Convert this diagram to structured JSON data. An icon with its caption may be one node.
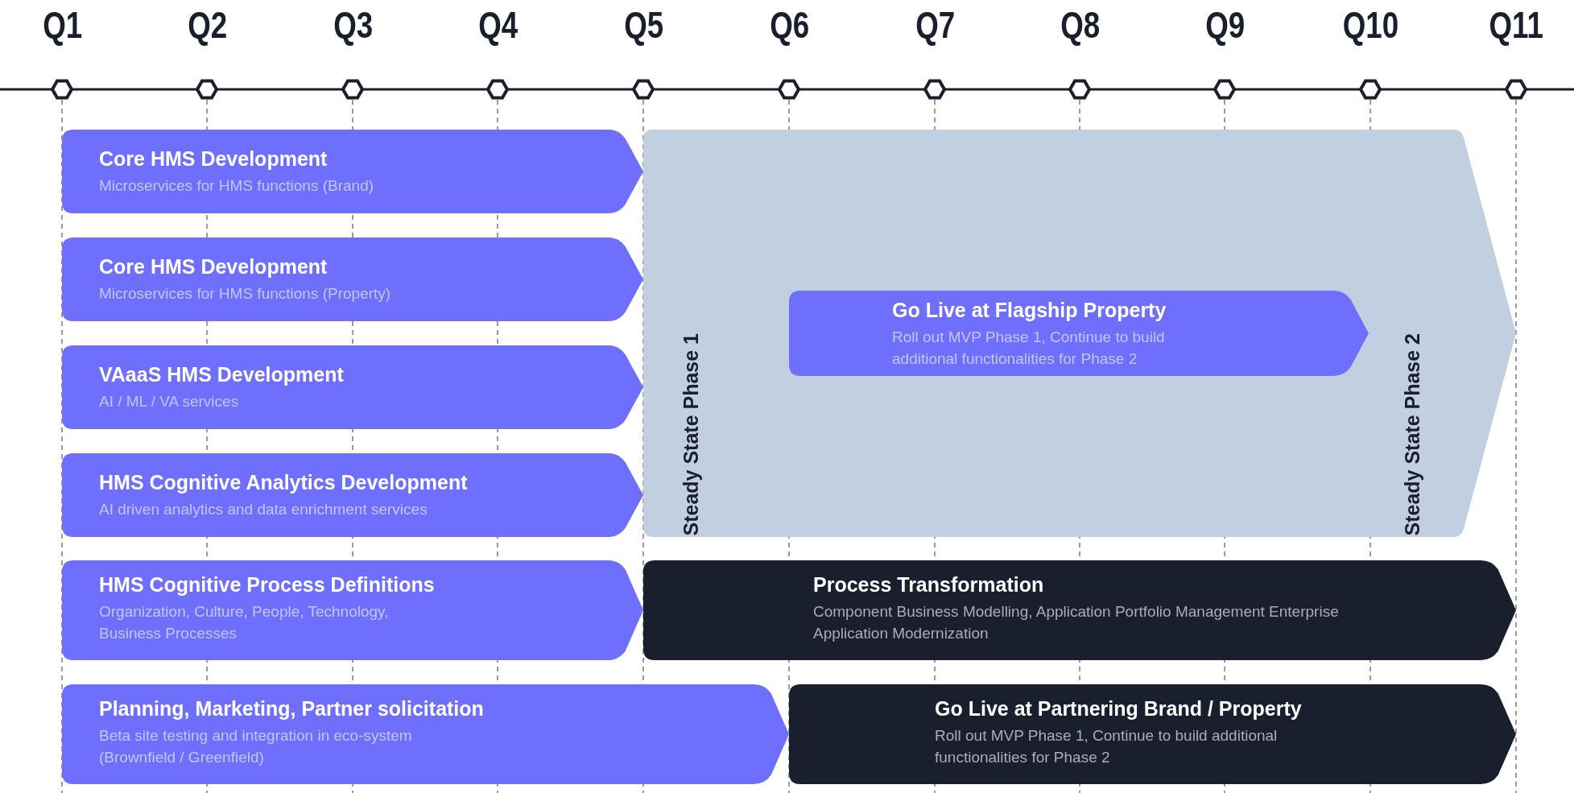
{
  "diagram": {
    "nodes": [
      {
        "text": [
          "Core HMS Development",
          "Microservices for HMS functions (Brand)"
        ]
      },
      {
        "text": [
          "Core HMS Development",
          "Microservices for HMS functions (Property)"
        ]
      },
      {
        "text": [
          "Steady State Phase 1",
          "Steady State Phase 2"
        ]
      },
      {
        "text": [
          "Go Live at Flagship Property",
          "Roll out MVP Phase 1, Continue to build additional functionalities for Phase 2"
        ],
        "in": 2
      },
      {
        "text": [
          "VAaaS HMS Development",
          "AI / ML / VA services"
        ]
      },
      {
        "text": [
          "HMS Cognitive Analytics Development",
          "AI driven analytics and data enrichment services"
        ]
      },
      {
        "text": [
          "HMS Cognitive Process Definitions",
          "Organization, Culture, People, Technology, Business Processes"
        ]
      },
      {
        "text": [
          "Process Transformation",
          "Component Business Modelling, Application Portfolio Management Enterprise Application Modernization"
        ]
      },
      {
        "text": [
          "Planning, Marketing, Partner solicitation",
          "Beta site testing and integration in eco-system (Brownfield / Greenfield)"
        ]
      },
      {
        "text": [
          "Go Live at Partnering Brand / Property",
          "Roll out MVP Phase 1, Continue to build additional functionalities for Phase 2"
        ]
      }
    ],
    "edges": [],
    "labels": [
      "Q1",
      "Q2",
      "Q3",
      "Q4",
      "Q5",
      "Q6",
      "Q7",
      "Q8",
      "Q9",
      "Q10",
      "Q11"
    ]
  }
}
